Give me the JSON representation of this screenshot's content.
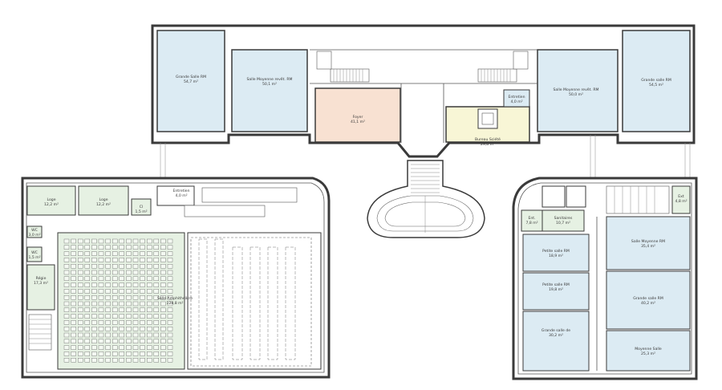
{
  "colors": {
    "blue_room": "#dcebf3",
    "green_room": "#e6f1e3",
    "salmon_room": "#f8e1d2",
    "yellow_room": "#f8f6d6",
    "wall": "#3a3a3a"
  },
  "rooms": {
    "grande_salle_nw": {
      "name": "Grande Salle RM",
      "area": "54,7 m²"
    },
    "salle_moyenne_nw": {
      "name": "Salle Moyenne revêt. RM",
      "area": "50,1 m²"
    },
    "foyer": {
      "name": "Foyer",
      "area": "41,1 m²"
    },
    "entretien_top": {
      "name": "Entretien",
      "area": "4,0 m²"
    },
    "bureau_sciete": {
      "name": "Bureau Sciété",
      "area": "29,8 m²"
    },
    "salle_moyenne_ne": {
      "name": "Salle Moyenne revêt. RM",
      "area": "50,0 m²"
    },
    "grande_salle_ne": {
      "name": "Grande salle RM",
      "area": "54,5 m²"
    },
    "loge_1": {
      "name": "Loge",
      "area": "12,2 m²"
    },
    "loge_2": {
      "name": "Loge",
      "area": "12,2 m²"
    },
    "entretien_left": {
      "name": "Entretien",
      "area": "4,0 m²"
    },
    "wc_small": {
      "name": "Cl",
      "area": "1,5 m²"
    },
    "small_a": {
      "name": "WC",
      "area": "3,0 m²"
    },
    "small_b": {
      "name": "WC",
      "area": "1,5 m²"
    },
    "regie": {
      "name": "Régie",
      "area": "17,3 m²"
    },
    "amphi": {
      "name": "Salle Amphithéâtre",
      "area": "128,8 m²"
    },
    "entretien_right": {
      "name": "Ent.",
      "area": "7,8 m²"
    },
    "sanitaires": {
      "name": "Sanitaires",
      "area": "10,7 m²"
    },
    "ext": {
      "name": "Ext",
      "area": "4,8 m²"
    },
    "petite_salle_1": {
      "name": "Petite salle RM",
      "area": "18,9 m²"
    },
    "petite_salle_2": {
      "name": "Petite salle RM",
      "area": "19,8 m²"
    },
    "grande_salle_se": {
      "name": "Grande salle de",
      "area": "30,2 m²"
    },
    "salle_moyenne_se": {
      "name": "Salle Moyenne RM",
      "area": "35,4 m²"
    },
    "grande_salle_rm": {
      "name": "Grande salle RM",
      "area": "40,2 m²"
    },
    "moyenne_salle": {
      "name": "Moyenne Salle",
      "area": "25,3 m²"
    }
  }
}
